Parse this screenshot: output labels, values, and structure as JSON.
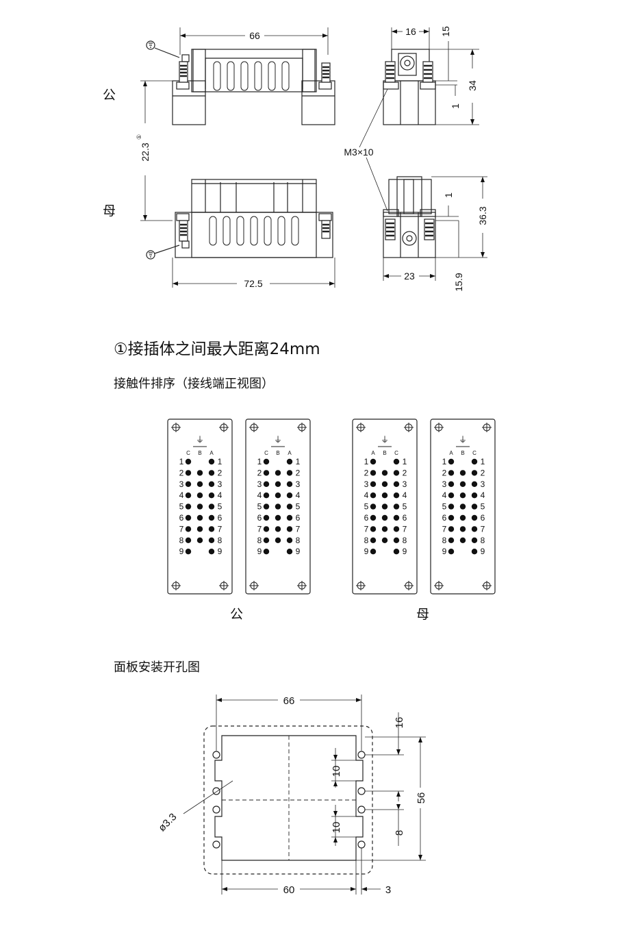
{
  "top_drawing": {
    "label_male": "公",
    "label_female": "母",
    "dims": {
      "width_male": "66",
      "width_female": "72.5",
      "side_width_male": "16",
      "side_width_female": "23",
      "dim_15": "15",
      "dim_34": "34",
      "dim_1_top": "1",
      "dim_1_bottom": "1",
      "dim_36_3": "36.3",
      "dim_15_9": "15.9",
      "dim_22_3": "22.3",
      "dim_22_3_note": "①",
      "screw": "M3×10"
    }
  },
  "note": "①接插体之间最大距离24mm",
  "contact_title": "接触件排序（接线端正视图）",
  "contacts": {
    "male_label": "公",
    "female_label": "母",
    "ground_symbol": "⏚",
    "cols_male": [
      "C",
      "B",
      "A"
    ],
    "cols_female": [
      "A",
      "B",
      "C"
    ],
    "rows": [
      "1",
      "2",
      "3",
      "4",
      "5",
      "6",
      "7",
      "8",
      "9"
    ],
    "male_pattern": [
      [
        1,
        0,
        1
      ],
      [
        1,
        1,
        1
      ],
      [
        1,
        1,
        1
      ],
      [
        1,
        1,
        1
      ],
      [
        1,
        1,
        1
      ],
      [
        1,
        1,
        1
      ],
      [
        1,
        1,
        1
      ],
      [
        1,
        1,
        1
      ],
      [
        1,
        0,
        1
      ]
    ],
    "female_pattern": [
      [
        1,
        0,
        1
      ],
      [
        1,
        1,
        1
      ],
      [
        1,
        1,
        1
      ],
      [
        1,
        1,
        1
      ],
      [
        1,
        1,
        1
      ],
      [
        1,
        1,
        1
      ],
      [
        1,
        1,
        1
      ],
      [
        1,
        1,
        1
      ],
      [
        1,
        0,
        1
      ]
    ]
  },
  "cutout_title": "面板安装开孔图",
  "cutout_dims": {
    "top_width": "66",
    "bottom_width": "60",
    "edge": "3",
    "hole": "ø3.3",
    "h16": "16",
    "h56": "56",
    "h8": "8",
    "v10_top": "10",
    "v10_bottom": "10"
  }
}
